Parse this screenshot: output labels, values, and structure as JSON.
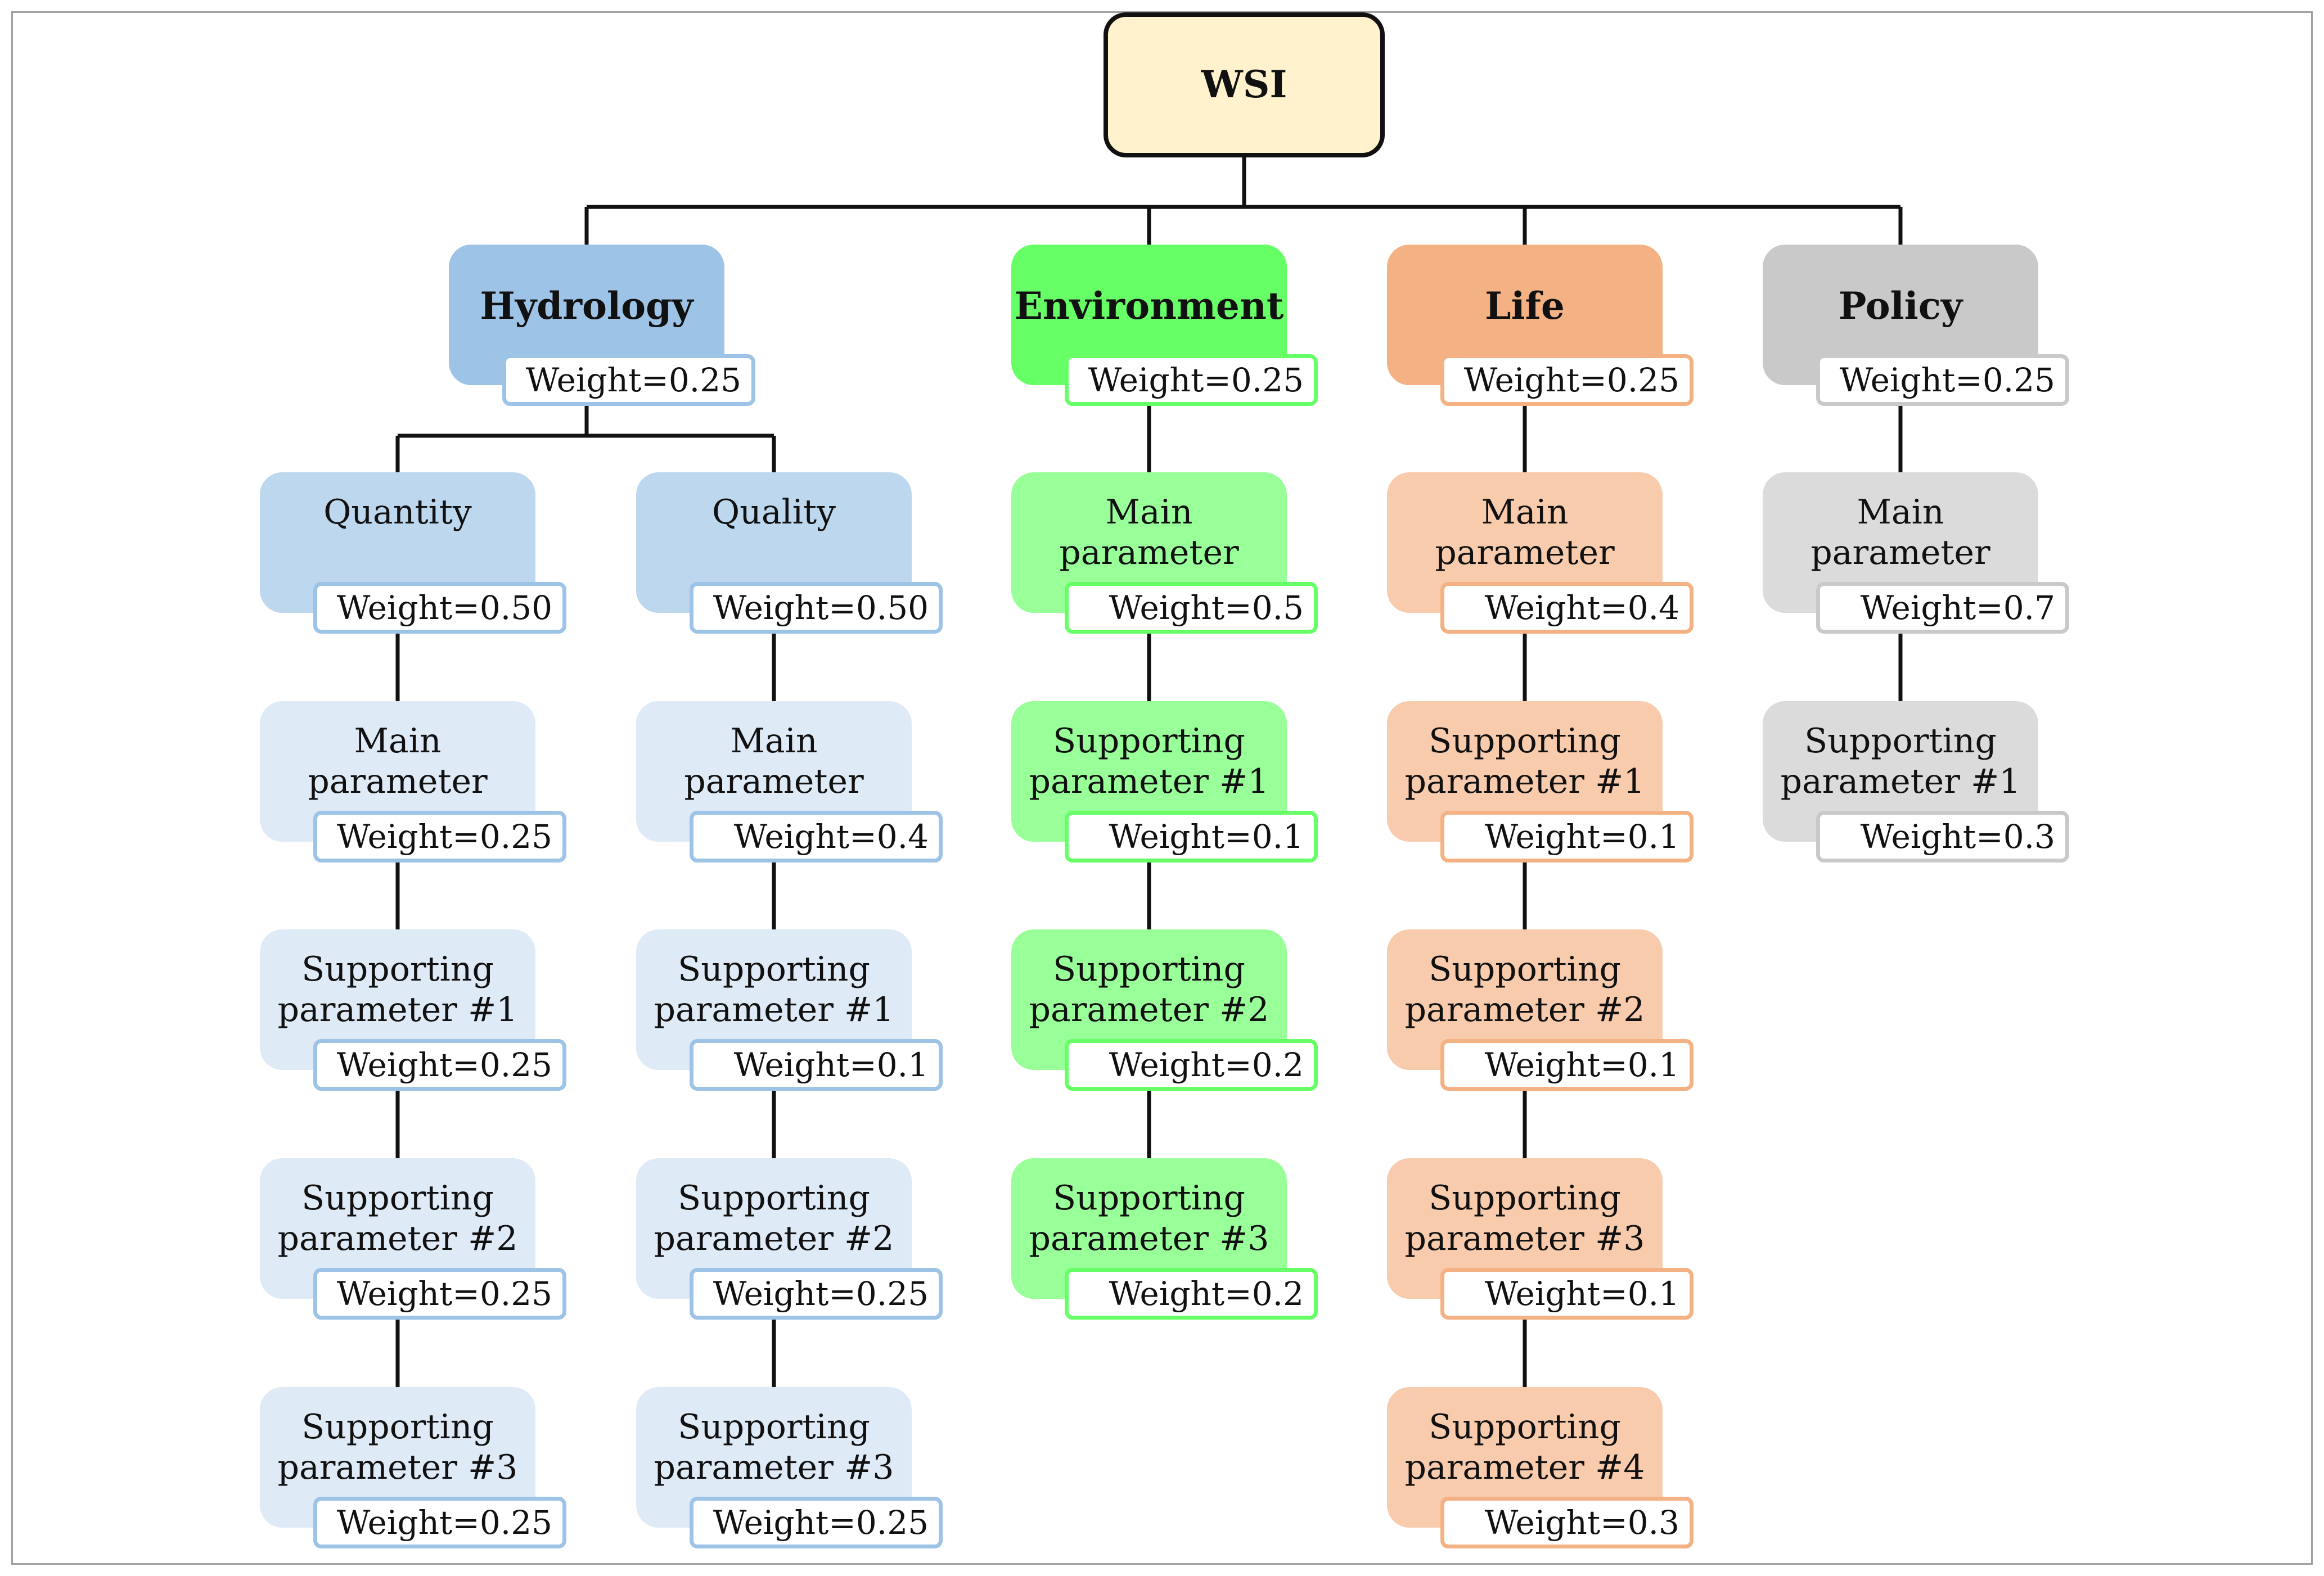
{
  "root": {
    "label": "WSI",
    "fill": "#fff2cc"
  },
  "categories": [
    {
      "key": "hydrology",
      "label": "Hydrology",
      "weight": "Weight=0.25",
      "colors": {
        "head": "#9dc3e6",
        "sub": "#bdd7ee",
        "leaf": "#deeaf6",
        "border": "#9dc3e6"
      },
      "groups": [
        {
          "label": "Quantity",
          "weight": "Weight=0.50",
          "items": [
            {
              "label": "Main parameter",
              "weight": "Weight=0.25"
            },
            {
              "label": "Supporting\nparameter #1",
              "weight": "Weight=0.25"
            },
            {
              "label": "Supporting\nparameter #2",
              "weight": "Weight=0.25"
            },
            {
              "label": "Supporting\nparameter #3",
              "weight": "Weight=0.25"
            }
          ]
        },
        {
          "label": "Quality",
          "weight": "Weight=0.50",
          "items": [
            {
              "label": "Main parameter",
              "weight": "Weight=0.4"
            },
            {
              "label": "Supporting\nparameter #1",
              "weight": "Weight=0.1"
            },
            {
              "label": "Supporting\nparameter #2",
              "weight": "Weight=0.25"
            },
            {
              "label": "Supporting\nparameter #3",
              "weight": "Weight=0.25"
            }
          ]
        }
      ]
    },
    {
      "key": "environment",
      "label": "Environment",
      "weight": "Weight=0.25",
      "colors": {
        "head": "#66ff66",
        "leaf": "#99ff99",
        "border": "#66ff66"
      },
      "items": [
        {
          "label": "Main parameter",
          "weight": "Weight=0.5"
        },
        {
          "label": "Supporting\nparameter #1",
          "weight": "Weight=0.1"
        },
        {
          "label": "Supporting\nparameter #2",
          "weight": "Weight=0.2"
        },
        {
          "label": "Supporting\nparameter #3",
          "weight": "Weight=0.2"
        }
      ]
    },
    {
      "key": "life",
      "label": "Life",
      "weight": "Weight=0.25",
      "colors": {
        "head": "#f4b183",
        "leaf": "#f8cbad",
        "border": "#f4b183"
      },
      "items": [
        {
          "label": "Main parameter",
          "weight": "Weight=0.4"
        },
        {
          "label": "Supporting\nparameter #1",
          "weight": "Weight=0.1"
        },
        {
          "label": "Supporting\nparameter #2",
          "weight": "Weight=0.1"
        },
        {
          "label": "Supporting\nparameter #3",
          "weight": "Weight=0.1"
        },
        {
          "label": "Supporting\nparameter #4",
          "weight": "Weight=0.3"
        }
      ]
    },
    {
      "key": "policy",
      "label": "Policy",
      "weight": "Weight=0.25",
      "colors": {
        "head": "#c9c9c9",
        "leaf": "#dbdbdb",
        "border": "#c9c9c9"
      },
      "items": [
        {
          "label": "Main parameter",
          "weight": "Weight=0.7"
        },
        {
          "label": "Supporting\nparameter #1",
          "weight": "Weight=0.3"
        }
      ]
    }
  ]
}
